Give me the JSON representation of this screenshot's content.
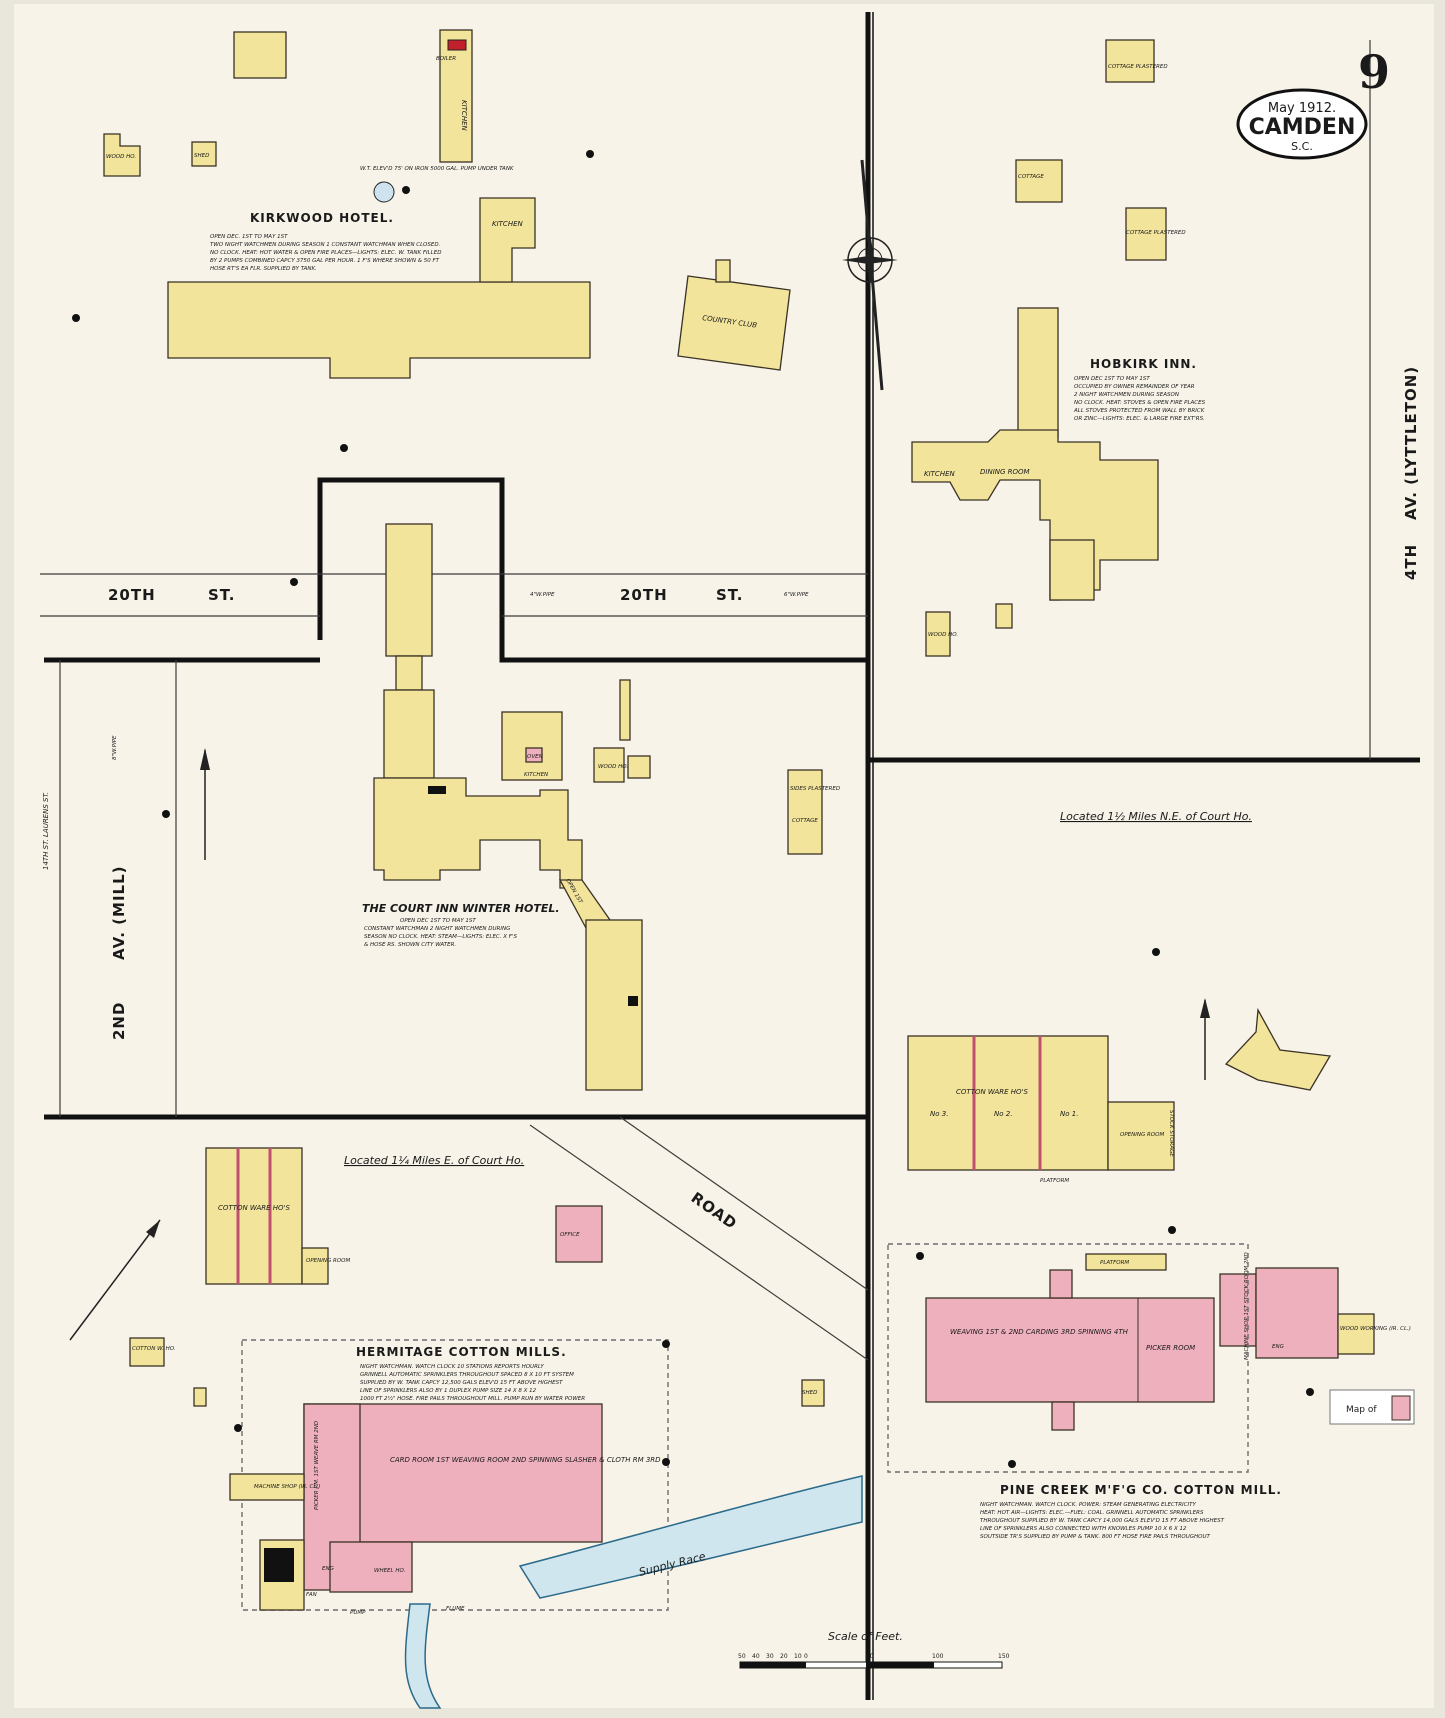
{
  "header": {
    "sheet_number": "9",
    "date": "May 1912.",
    "city": "CAMDEN",
    "state": "S.C."
  },
  "streets": {
    "st_20th_left": "20TH",
    "st_20th_left_suffix": "ST.",
    "st_20th_right": "20TH",
    "st_20th_right_suffix": "ST.",
    "av_4th": "4TH",
    "av_4th_suffix": "AV. (LYTTLETON)",
    "av_2nd": "2ND",
    "av_2nd_suffix": "AV. (MILL)",
    "laurens": "14TH ST. LAURENS ST.",
    "road": "ROAD",
    "supply_race": "Supply Race",
    "flume": "FLUME",
    "pipe_4w": "4\"W.PIPE",
    "pipe_6w": "6\"W.PIPE",
    "pipe_8w": "8\"W.PIPE"
  },
  "locations": {
    "ne": "Located 1½ Miles N.E. of Court Ho.",
    "e": "Located 1¼ Miles E. of Court Ho."
  },
  "kirkwood": {
    "title": "KIRKWOOD HOTEL.",
    "notes": [
      "OPEN DEC. 1ST TO MAY 1ST",
      "TWO NIGHT WATCHMEN DURING SEASON 1 CONSTANT WATCHMAN WHEN CLOSED.",
      "NO CLOCK. HEAT: HOT WATER & OPEN FIRE PLACES—LIGHTS: ELEC. W. TANK FILLED",
      "BY 2 PUMPS COMBINED CAPCY 3750 GAL PER HOUR. 1 F'S WHERE SHOWN & 50 FT",
      "HOSE RT'S EA FLR. SUPPLIED BY TANK."
    ],
    "kitchen": "KITCHEN",
    "kitchen2": "KITCHEN",
    "tank": "W.T. ELEV'D 75' ON IRON 5000 GAL. PUMP UNDER TANK",
    "boiler": "BOILER",
    "wood_ho": "WOOD HO.",
    "shed": "SHED"
  },
  "country_club": "COUNTRY CLUB",
  "hobkirk": {
    "title": "HOBKIRK INN.",
    "notes": [
      "OPEN DEC 1ST TO MAY 1ST",
      "OCCUPIED BY OWNER REMAINDER OF YEAR",
      "2 NIGHT WATCHMEN DURING SEASON",
      "NO CLOCK. HEAT: STOVES & OPEN FIRE PLACES",
      "ALL STOVES PROTECTED FROM WALL BY BRICK",
      "OR ZINC—LIGHTS: ELEC. & LARGE FIRE EXT'RS."
    ],
    "kitchen": "KITCHEN",
    "dining": "DINING ROOM",
    "cottage1": "COTTAGE PLASTERED",
    "cottage2": "COTTAGE",
    "cottage3": "COTTAGE PLASTERED",
    "wood_ho": "WOOD HO."
  },
  "court_inn": {
    "title": "THE COURT INN WINTER HOTEL.",
    "notes": [
      "OPEN DEC 1ST TO MAY 1ST",
      "CONSTANT WATCHMAN 2 NIGHT WATCHMEN DURING",
      "SEASON NO CLOCK. HEAT: STEAM—LIGHTS: ELEC. X F'S",
      "& HOSE RS. SHOWN CITY WATER."
    ],
    "kitchen": "KITCHEN",
    "oven": "OVEN",
    "open": "OPEN 1ST",
    "wood_ho": "WOOD HO.",
    "cottage": "COTTAGE",
    "sides": "SIDES PLASTERED"
  },
  "hermitage": {
    "title": "HERMITAGE COTTON MILLS.",
    "notes": [
      "NIGHT WATCHMAN. WATCH CLOCK 10 STATIONS REPORTS HOURLY",
      "GRINNELL AUTOMATIC SPRINKLERS THROUGHOUT SPACED 8 X 10 FT SYSTEM",
      "SUPPLIED BY W. TANK CAPCY 12,500 GALS ELEV'D 15 FT ABOVE HIGHEST",
      "LINE OF SPRINKLERS ALSO BY 1 DUPLEX PUMP SIZE 14 X 8 X 12",
      "1000 FT 2½\" HOSE. FIRE PAILS THROUGHOUT MILL. PUMP RUN BY WATER POWER"
    ],
    "warehouse": "COTTON WARE HO'S",
    "office": "OFFICE",
    "card_room": "CARD ROOM 1ST WEAVING ROOM 2ND SPINNING SLASHER & CLOTH RM 3RD",
    "picker": "PICKER RM. 1ST WEAVE RM 2ND",
    "wheel_ho": "WHEEL HO.",
    "machine_shop": "MACHINE SHOP (IR. CL.)",
    "opening_room": "OPENING ROOM",
    "shed": "SHED",
    "eng": "ENG",
    "fan": "FAN",
    "cotton_ho": "COTTON W. HO.",
    "pump": "PUMP"
  },
  "pine_creek": {
    "title": "PINE CREEK M'F'G CO. COTTON MILL.",
    "notes": [
      "NIGHT WATCHMAN. WATCH CLOCK. POWER: STEAM GENERATING ELECTRICITY",
      "HEAT: HOT AIR—LIGHTS: ELEC.—FUEL: COAL. GRINNELL AUTOMATIC SPRINKLERS",
      "THROUGHOUT SUPPLIED BY W. TANK CAPCY 14,000 GALS ELEV'D 15 FT ABOVE HIGHEST",
      "LINE OF SPRINKLERS ALSO CONNECTED WITH KNOWLES PUMP 10 X 6 X 12",
      "SOUTSIDE TR'S SUPPLIED BY PUMP & TANK. 800 FT HOSE FIRE PAILS THROUGHOUT"
    ],
    "warehouse": "COTTON WARE HO'S",
    "no1": "No 1.",
    "no2": "No 2.",
    "no3": "No 3.",
    "opening": "OPENING ROOM",
    "platform": "PLATFORM",
    "platform2": "PLATFORM",
    "weaving": "WEAVING 1ST & 2ND CARDING 3RD SPINNING 4TH",
    "picker": "PICKER ROOM",
    "machine": "MACHINE SHOP 1ST STOCK ROOM 2ND",
    "eng": "ENG",
    "wood_working": "WOOD WORKING (IR. CL.)",
    "stock_storage": "STOCK STORAGE"
  },
  "scale": {
    "label": "Scale of Feet.",
    "ticks": [
      "50",
      "40",
      "30",
      "20",
      "10",
      "0",
      "50",
      "100",
      "150"
    ]
  },
  "map_tag": "Map of",
  "colors": {
    "paper": "#f7f3e8",
    "frame": "#e9e6dc",
    "frame_brick": "#f2e49a",
    "brick": "#eeb0bc",
    "ink": "#1a1a1a"
  },
  "icons": [
    "north-arrow-icon",
    "compass-rose-icon",
    "hydrant-icon"
  ]
}
